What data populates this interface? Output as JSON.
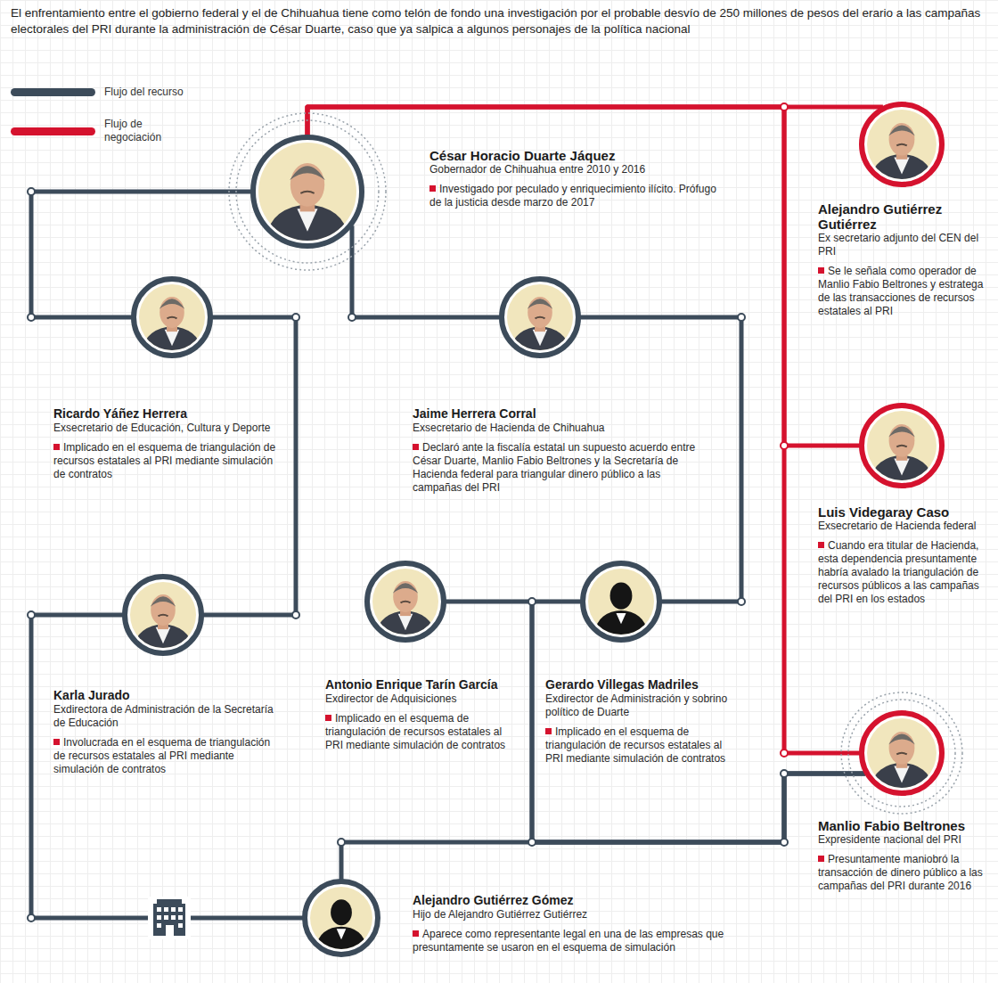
{
  "diagram": {
    "title": "El enfrentamiento entre el gobierno federal y el de Chihuahua tiene como telón de fondo una investigación por el probable desvío de 250 millones de pesos del erario a las campañas electorales del PRI durante la administración de César Duarte, caso que ya salpica a algunos personajes de la política nacional",
    "nodes": [
      {
        "text": [
          "César Horacio Duarte Jáquez",
          "Gobernador de Chihuahua entre 2010 y 2016",
          "Investigado por peculado y enriquecimiento ilícito. Prófugo de la justicia desde marzo de 2017"
        ]
      },
      {
        "text": [
          "Alejandro Gutiérrez Gutiérrez",
          "Ex secretario adjunto del CEN del PRI",
          "Se le señala como operador de Manlio Fabio Beltrones y estratega de las transacciones de recursos estatales al PRI"
        ]
      },
      {
        "text": [
          "Ricardo Yáñez Herrera",
          "Exsecretario de Educación, Cultura y Deporte",
          "Implicado en el esquema de triangulación de recursos estatales al PRI mediante simulación de contratos"
        ]
      },
      {
        "text": [
          "Jaime Herrera Corral",
          "Exsecretario de Hacienda de Chihuahua",
          "Declaró ante la fiscalía estatal un supuesto acuerdo entre César Duarte, Manlio Fabio Beltrones y la Secretaría de Hacienda federal para triangular dinero público a las campañas del PRI"
        ]
      },
      {
        "text": [
          "Luis Videgaray Caso",
          "Exsecretario de Hacienda federal",
          "Cuando era titular de Hacienda, esta dependencia presuntamente habría avalado la triangulación de recursos públicos a las campañas del PRI en los estados"
        ]
      },
      {
        "text": [
          "Karla Jurado",
          "Exdirectora de Administración de la Secretaría de Educación",
          "Involucrada en el esquema de triangulación de recursos estatales al PRI mediante simulación de contratos"
        ]
      },
      {
        "text": [
          "Antonio Enrique Tarín García",
          "Exdirector de Adquisiciones",
          "Implicado en el esquema de triangulación de recursos estatales al PRI mediante simulación de contratos"
        ]
      },
      {
        "text": [
          "Gerardo Villegas Madriles",
          "Exdirector de Administración y sobrino político de Duarte",
          "Implicado en el esquema de triangulación de recursos estatales al PRI mediante simulación de contratos"
        ]
      },
      {
        "text": [
          "Manlio Fabio Beltrones",
          "Expresidente nacional del PRI",
          "Presuntamente maniobró la transacción de dinero público a las campañas del PRI durante 2016"
        ]
      },
      {
        "text": [
          "Alejandro Gutiérrez Gómez",
          "Hijo de Alejandro Gutiérrez Gutiérrez",
          "Aparece como representante legal en una de las empresas que presuntamente se usaron en el esquema de simulación"
        ]
      }
    ],
    "edges": [
      {
        "from": 0,
        "to": 2,
        "arrow": "none"
      },
      {
        "from": 0,
        "to": 3,
        "arrow": "none"
      },
      {
        "from": 2,
        "to": 5,
        "arrow": "none"
      },
      {
        "from": 3,
        "to": 7,
        "arrow": "none"
      },
      {
        "from": 5,
        "to": 9,
        "arrow": "none"
      },
      {
        "from": 6,
        "to": 8,
        "arrow": "none"
      },
      {
        "from": 7,
        "to": 8,
        "arrow": "none"
      },
      {
        "from": 9,
        "to": 8,
        "arrow": "none"
      },
      {
        "from": 0,
        "to": 1,
        "arrow": "none"
      },
      {
        "from": 0,
        "to": 4,
        "arrow": "none"
      },
      {
        "from": 0,
        "to": 8,
        "arrow": "none"
      }
    ],
    "legend": [
      {
        "text": "Flujo del recurso",
        "color": "#3c4b5a"
      },
      {
        "text": "Flujo de negociación",
        "color": "#d5122e"
      }
    ]
  }
}
